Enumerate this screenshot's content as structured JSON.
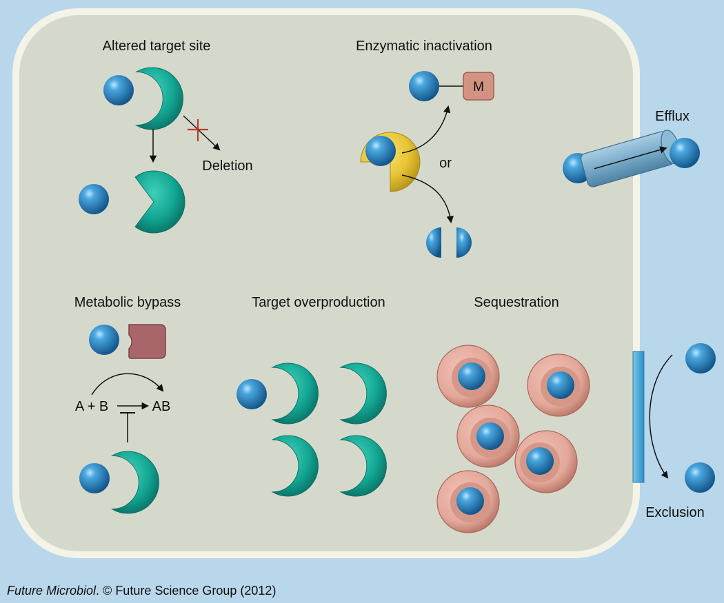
{
  "labels": {
    "altered_target_site": "Altered target site",
    "deletion": "Deletion",
    "enzymatic_inactivation": "Enzymatic inactivation",
    "modification_letter": "M",
    "or": "or",
    "efflux": "Efflux",
    "metabolic_bypass": "Metabolic bypass",
    "reaction_left": "A + B",
    "reaction_right": "AB",
    "target_overproduction": "Target overproduction",
    "sequestration": "Sequestration",
    "exclusion": "Exclusion"
  },
  "caption": {
    "journal": "Future Microbiol",
    "rest": ". © Future Science Group (2012)"
  },
  "colors": {
    "background": "#b9d7ea",
    "cell_fill": "#d5d9cc",
    "cell_border": "#f4f3e8",
    "target": "#12a592",
    "antibiotic": "#1f80bf",
    "enzyme": "#e8c535",
    "modifier": "#d39382",
    "bypass_target": "#a8666b",
    "sequestration_ring": "#e3a89a",
    "pump": "#78aac8",
    "inhibition_x": "#c0392b"
  }
}
